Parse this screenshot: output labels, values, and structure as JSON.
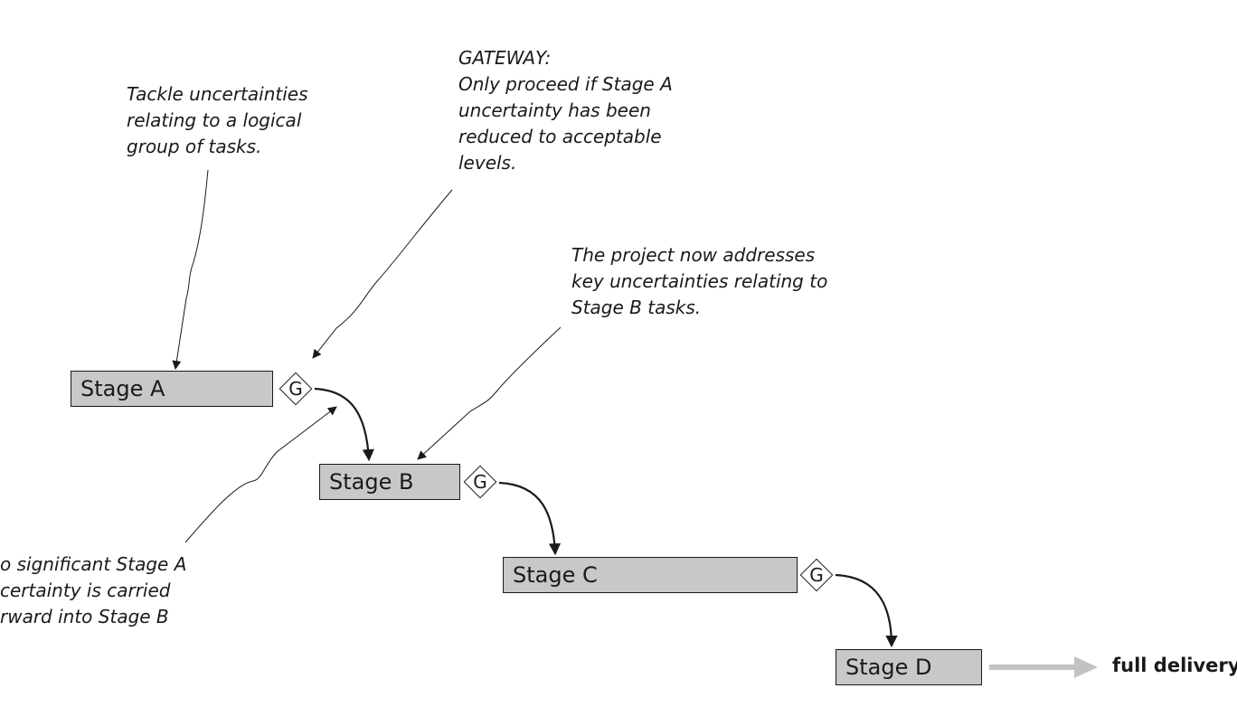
{
  "notes": {
    "tackle": "Tackle uncertainties\nrelating to a logical\ngroup of tasks.",
    "gateway": "GATEWAY:\nOnly proceed if Stage A\nuncertainty has been\nreduced to acceptable\nlevels.",
    "project": "The project now addresses\nkey uncertainties relating to\nStage B tasks.",
    "carried": "o significant Stage A\ncertainty is carried\nrward into Stage B"
  },
  "stages": {
    "a": "Stage A",
    "b": "Stage B",
    "c": "Stage C",
    "d": "Stage D"
  },
  "gate_label": "G",
  "delivery_label": "full delivery",
  "colors": {
    "stage_fill": "#c8c8c8",
    "line": "#1a1a1a",
    "delivery_arrow": "#c2c2c2"
  }
}
